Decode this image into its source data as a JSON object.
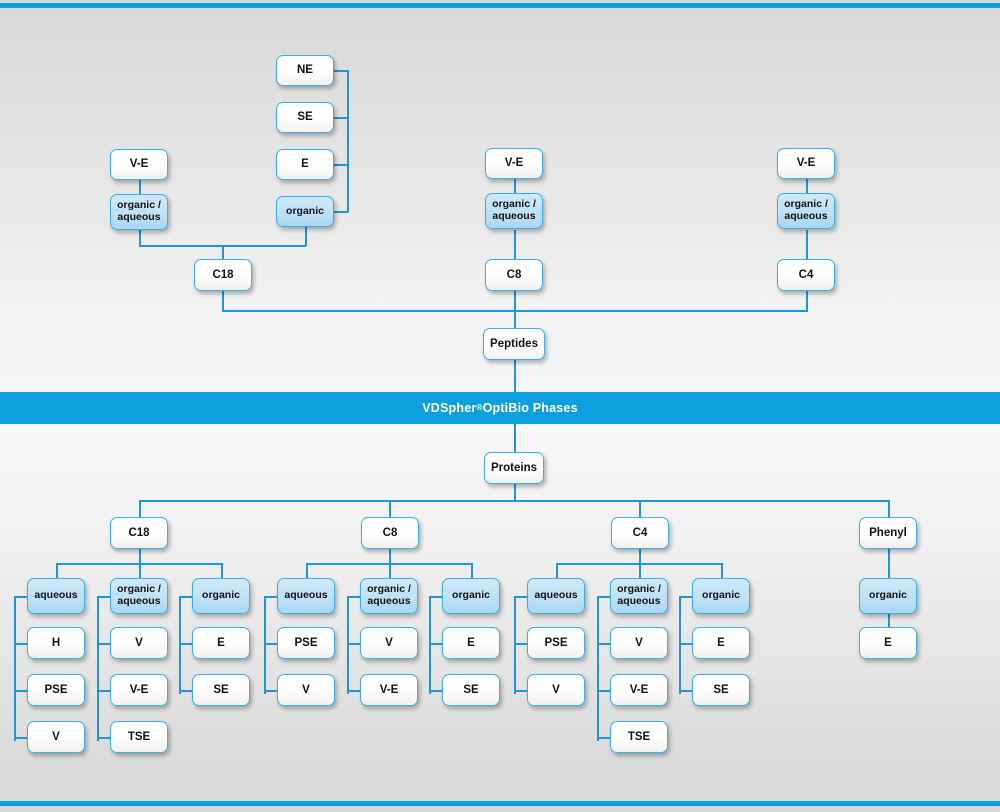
{
  "banner": {
    "brand": "VDSpher",
    "registered": "®",
    "title": " OptiBio Phases"
  },
  "top_section": {
    "root": {
      "label": "Peptides"
    },
    "branches": [
      {
        "name": "C18",
        "label": "C18",
        "modes": [
          {
            "label_line1": "organic /",
            "label_line2": "aqueous",
            "children": [
              {
                "label": "V-E"
              }
            ]
          },
          {
            "label_line1": "organic",
            "label_line2": "",
            "children": [
              {
                "label": "NE"
              },
              {
                "label": "SE"
              },
              {
                "label": "E"
              }
            ]
          }
        ]
      },
      {
        "name": "C8",
        "label": "C8",
        "modes": [
          {
            "label_line1": "organic /",
            "label_line2": "aqueous",
            "children": [
              {
                "label": "V-E"
              }
            ]
          }
        ]
      },
      {
        "name": "C4",
        "label": "C4",
        "modes": [
          {
            "label_line1": "organic /",
            "label_line2": "aqueous",
            "children": [
              {
                "label": "V-E"
              }
            ]
          }
        ]
      }
    ]
  },
  "bottom_section": {
    "root": {
      "label": "Proteins"
    },
    "branches": [
      {
        "name": "C18",
        "label": "C18",
        "modes": [
          {
            "label_line1": "aqueous",
            "label_line2": "",
            "children": [
              {
                "label": "H"
              },
              {
                "label": "PSE"
              },
              {
                "label": "V"
              }
            ]
          },
          {
            "label_line1": "organic /",
            "label_line2": "aqueous",
            "children": [
              {
                "label": "V"
              },
              {
                "label": "V-E"
              },
              {
                "label": "TSE"
              }
            ]
          },
          {
            "label_line1": "organic",
            "label_line2": "",
            "children": [
              {
                "label": "E"
              },
              {
                "label": "SE"
              }
            ]
          }
        ]
      },
      {
        "name": "C8",
        "label": "C8",
        "modes": [
          {
            "label_line1": "aqueous",
            "label_line2": "",
            "children": [
              {
                "label": "PSE"
              },
              {
                "label": "V"
              }
            ]
          },
          {
            "label_line1": "organic /",
            "label_line2": "aqueous",
            "children": [
              {
                "label": "V"
              },
              {
                "label": "V-E"
              }
            ]
          },
          {
            "label_line1": "organic",
            "label_line2": "",
            "children": [
              {
                "label": "E"
              },
              {
                "label": "SE"
              }
            ]
          }
        ]
      },
      {
        "name": "C4",
        "label": "C4",
        "modes": [
          {
            "label_line1": "aqueous",
            "label_line2": "",
            "children": [
              {
                "label": "PSE"
              },
              {
                "label": "V"
              }
            ]
          },
          {
            "label_line1": "organic /",
            "label_line2": "aqueous",
            "children": [
              {
                "label": "V"
              },
              {
                "label": "V-E"
              },
              {
                "label": "TSE"
              }
            ]
          },
          {
            "label_line1": "organic",
            "label_line2": "",
            "children": [
              {
                "label": "E"
              },
              {
                "label": "SE"
              }
            ]
          }
        ]
      },
      {
        "name": "Phenyl",
        "label": "Phenyl",
        "modes": [
          {
            "label_line1": "organic",
            "label_line2": "",
            "children": [
              {
                "label": "E"
              }
            ]
          }
        ]
      }
    ]
  },
  "colors": {
    "accent": "#0b9fdd",
    "line": "#2196d6",
    "node_border": "#3cb0e5",
    "node_fill": "#ffffff",
    "node_fill_blue": "#bfe1f6",
    "banner_text": "#ffffff"
  }
}
